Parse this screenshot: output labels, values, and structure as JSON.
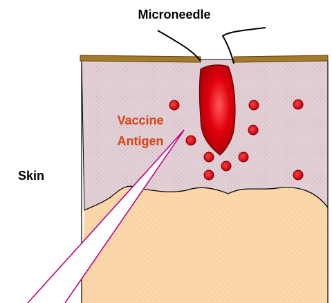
{
  "labels": {
    "microneedle": "Microneedle",
    "vaccine_line1": "Vaccine",
    "vaccine_line2": "Antigen",
    "skin": "Skin"
  },
  "colors": {
    "epidermis": "#e2cfd5",
    "dermis": "#fcd7a9",
    "stratum_corneum": "#a27a2c",
    "needle": "#d4000b",
    "antigen_dot": "#dd0010",
    "pointer_line": "#c0007e",
    "vaccine_text": "#d94210",
    "text": "#000000"
  },
  "antigen_particle_count": 10
}
